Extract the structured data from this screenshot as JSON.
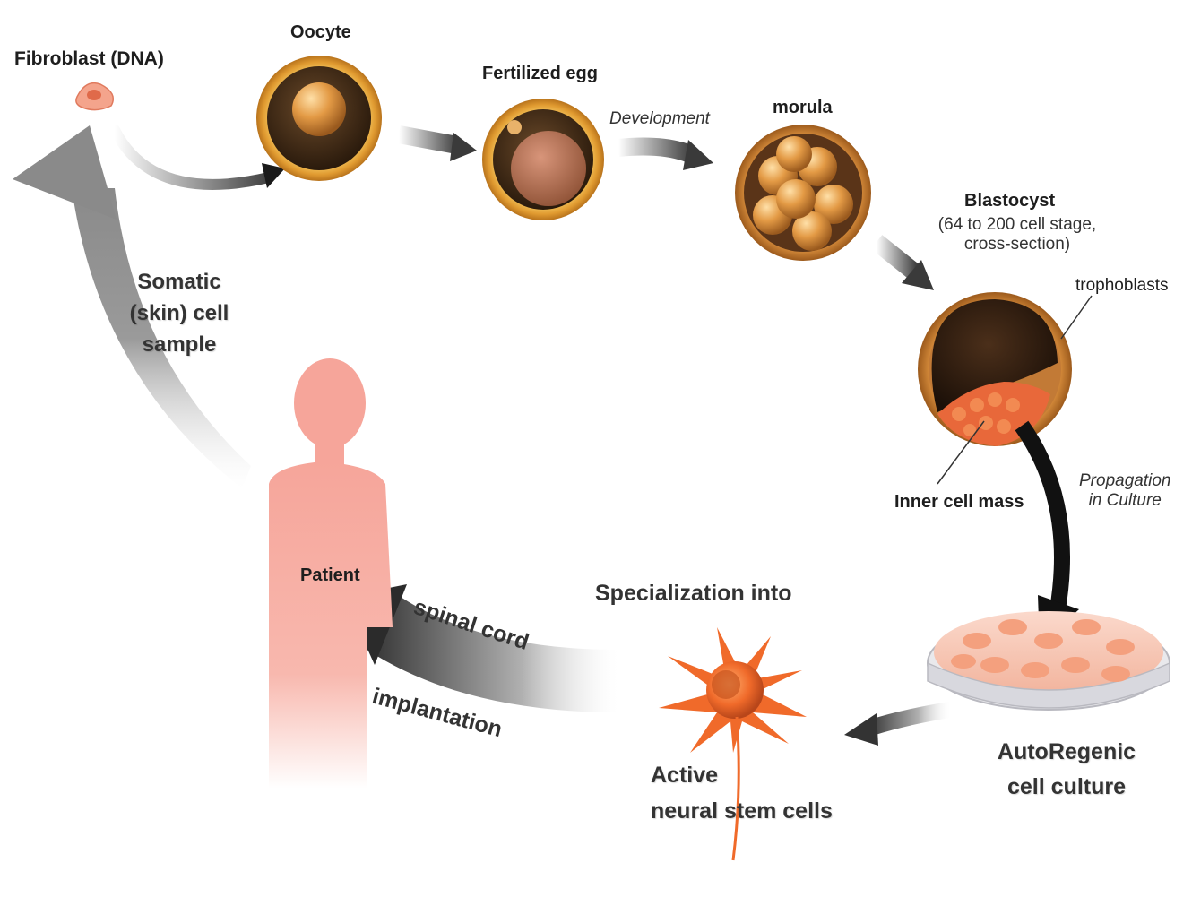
{
  "labels": {
    "fibroblast": "Fibroblast (DNA)",
    "oocyte": "Oocyte",
    "fertilized_egg": "Fertilized egg",
    "development": "Development",
    "morula": "morula",
    "blastocyst": "Blastocyst",
    "blastocyst_detail": "(64 to 200 cell stage,\ncross-section)",
    "trophoblasts": "trophoblasts",
    "inner_cell_mass": "Inner cell mass",
    "propagation": "Propagation\nin Culture",
    "culture": "AutoRegenic\ncell culture",
    "specialization": "Specialization into",
    "neural_stem_cells": "Active\nneural  stem cells",
    "spinal_cord": "spinal cord",
    "implantation": "implantation",
    "patient": "Patient",
    "somatic": "Somatic\n(skin) cell\nsample"
  },
  "colors": {
    "egg_shell": "#e2a63c",
    "egg_dark": "#3a2512",
    "cell_orange": "#d98a3c",
    "patient_pink": "#f6a59a",
    "neuron": "#f06a2a",
    "dish_fluid": "#f8c8b8",
    "arrow_dark": "#2b2b2b",
    "arrow_grey": "#8c8c8c"
  }
}
